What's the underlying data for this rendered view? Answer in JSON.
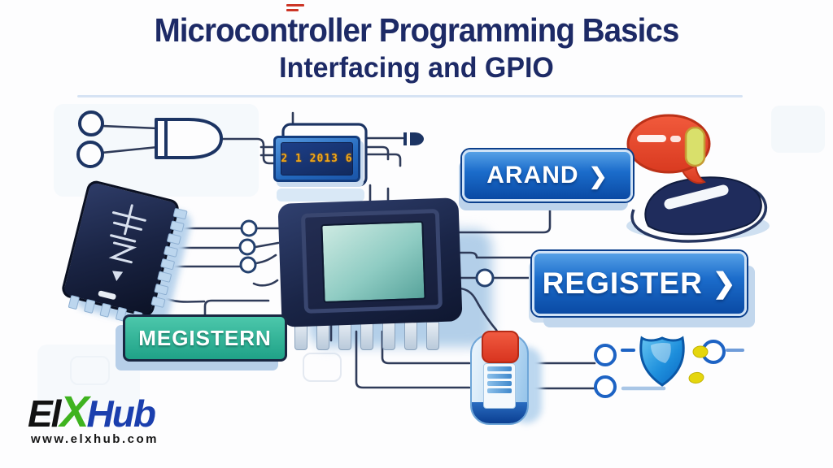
{
  "header": {
    "title": "Microcontroller Programming Basics",
    "subtitle": "Interfacing and GPIO"
  },
  "buttons": {
    "arand": {
      "label": "ARAND",
      "arrow": "❯"
    },
    "register": {
      "label": "REGISTER",
      "arrow": "❯"
    },
    "megistern": {
      "label": "MEGISTERN"
    }
  },
  "display_chip": {
    "screen_text": "2 1 2013 6"
  },
  "logo": {
    "el": "El",
    "x": "X",
    "hub": "Hub",
    "url": "www.elxhub.com"
  },
  "icons": {
    "and_gate": "and-gate",
    "speech_bubble": "speech-bubble",
    "shield": "shield",
    "battery_indicator": "battery-indicator",
    "arrow_right": "❯"
  },
  "colors": {
    "navy": "#1d2a66",
    "button_blue": "#1565c8",
    "teal_button": "#2cb598",
    "bubble_red": "#e64a30",
    "segment_amber": "#f2a818",
    "logo_green": "#3fb31f",
    "logo_blue": "#1b3fae",
    "wire": "#2f3b59",
    "shadow_blue": "#b7cfe9"
  }
}
